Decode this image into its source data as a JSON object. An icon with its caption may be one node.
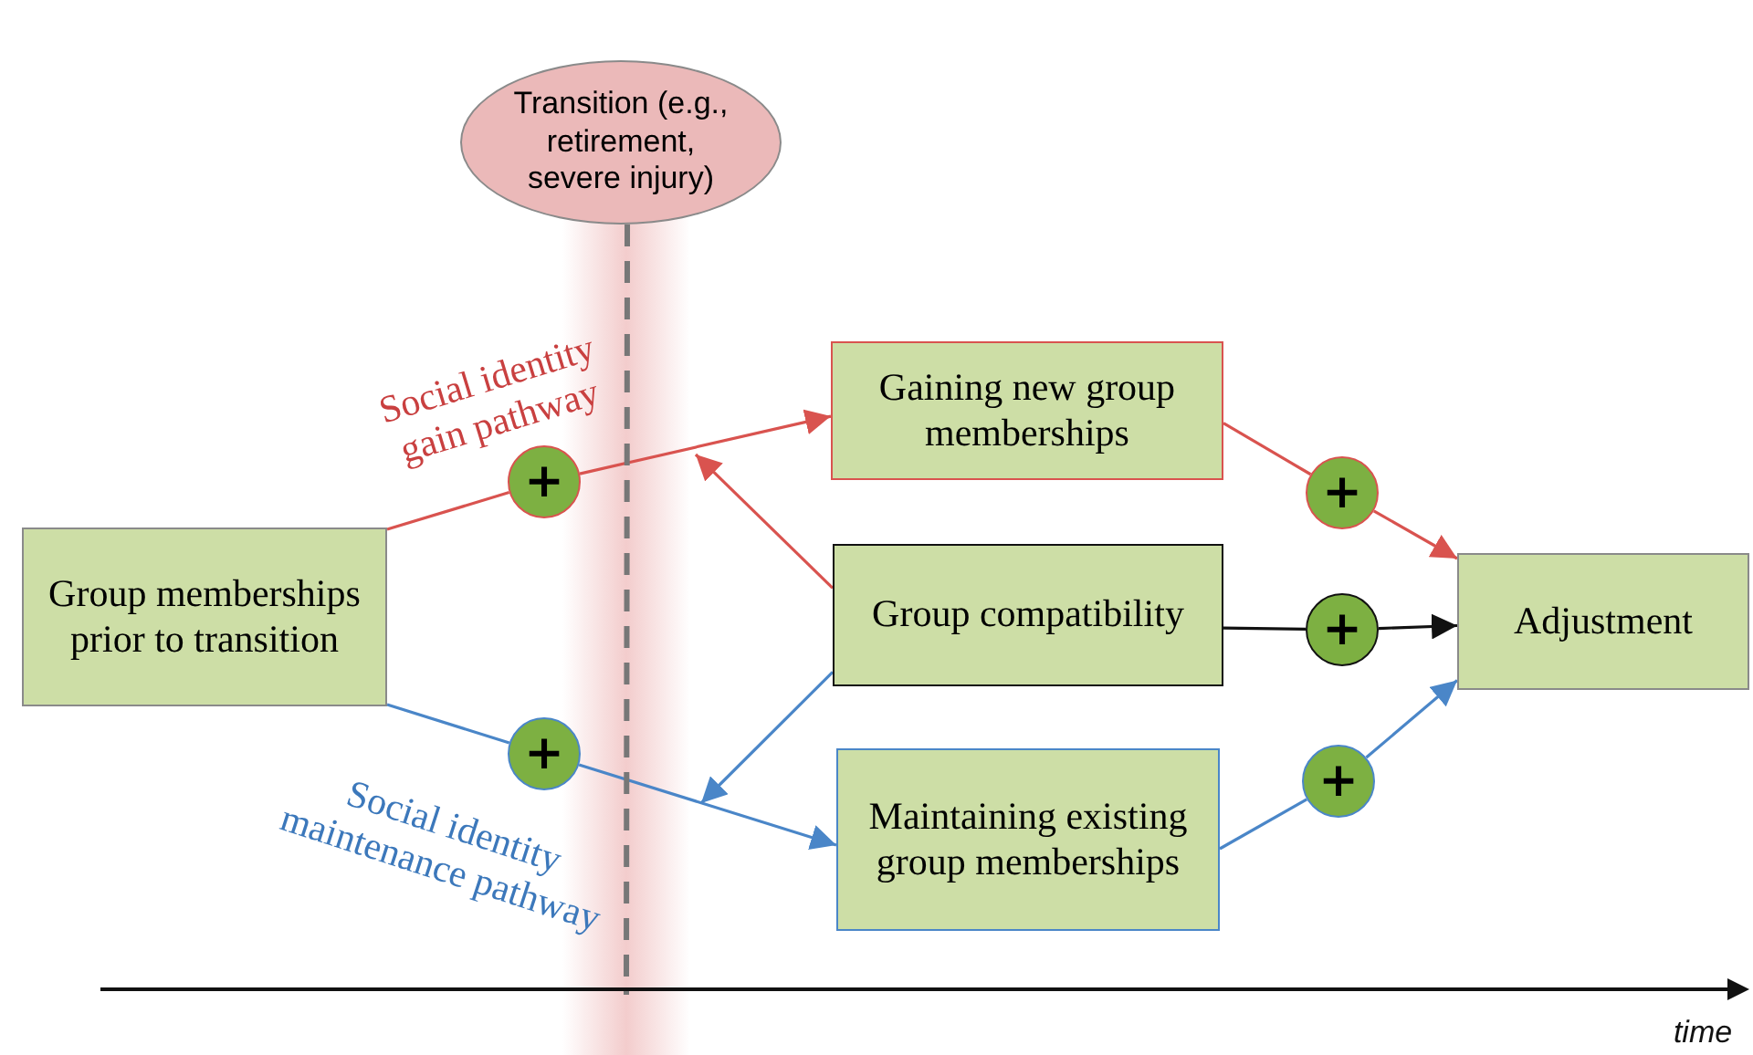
{
  "diagram": {
    "nodes": [
      {
        "text": [
          "Transition (e.g., retirement, severe injury)"
        ]
      },
      {
        "text": [
          "Group memberships prior to transition"
        ]
      },
      {
        "text": [
          "Gaining new group memberships"
        ]
      },
      {
        "text": [
          "Group compatibility"
        ]
      },
      {
        "text": [
          "Adjustment"
        ]
      },
      {
        "text": [
          "Maintaining existing group memberships"
        ]
      },
      {
        "text": [
          "+"
        ]
      },
      {
        "text": [
          "+"
        ]
      },
      {
        "text": [
          "+"
        ]
      },
      {
        "text": [
          "+"
        ]
      },
      {
        "text": [
          "+"
        ]
      }
    ],
    "edges": [
      {
        "from": 1,
        "to": 6,
        "arrow": "none",
        "color": "#d9534f"
      },
      {
        "from": 6,
        "to": 2,
        "arrow": "to",
        "color": "#d9534f"
      },
      {
        "from": 1,
        "to": 7,
        "arrow": "none",
        "color": "#4a86c8"
      },
      {
        "from": 7,
        "to": 5,
        "arrow": "to",
        "color": "#4a86c8"
      },
      {
        "from": 2,
        "to": 8,
        "arrow": "none",
        "color": "#d9534f"
      },
      {
        "from": 8,
        "to": 4,
        "arrow": "to",
        "color": "#d9534f"
      },
      {
        "from": 3,
        "to": 9,
        "arrow": "none",
        "color": "#111111"
      },
      {
        "from": 9,
        "to": 4,
        "arrow": "to",
        "color": "#111111"
      },
      {
        "from": 5,
        "to": 10,
        "arrow": "none",
        "color": "#4a86c8"
      },
      {
        "from": 10,
        "to": 4,
        "arrow": "to",
        "color": "#4a86c8"
      },
      {
        "from": 3,
        "to": null,
        "arrow": "to",
        "color": "#d9534f"
      },
      {
        "from": 3,
        "to": null,
        "arrow": "to",
        "color": "#4a86c8"
      },
      {
        "from": 0,
        "to": null,
        "arrow": "none",
        "style": "dashed",
        "color": "#777777"
      }
    ],
    "labels": [
      "Social identity gain pathway",
      "Social identity maintenance pathway",
      "time"
    ]
  }
}
